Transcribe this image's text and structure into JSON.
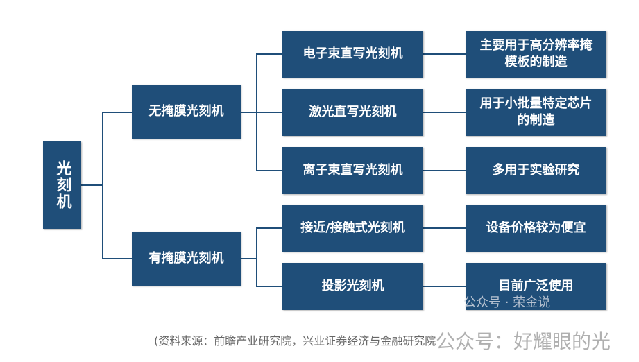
{
  "root": "光刻机",
  "level1": [
    "无掩膜光刻机",
    "有掩膜光刻机"
  ],
  "level2": [
    "电子束直写光刻机",
    "激光直写光刻机",
    "离子束直写光刻机",
    "接近/接触式光刻机",
    "投影光刻机"
  ],
  "level3": [
    "主要用于高分辨率掩模板的制造",
    "用于小批量特定芯片的制造",
    "多用于实验研究",
    "设备价格较为便宜",
    "目前广泛使用"
  ],
  "caption": "(资料来源：前瞻产业研究院，兴业证券经济与金融研究院",
  "watermark1": "公众号 · 荣金说",
  "watermark2": "公众号：好耀眼的光",
  "colors": {
    "box": "#1f4e79",
    "caption": "#666666"
  }
}
